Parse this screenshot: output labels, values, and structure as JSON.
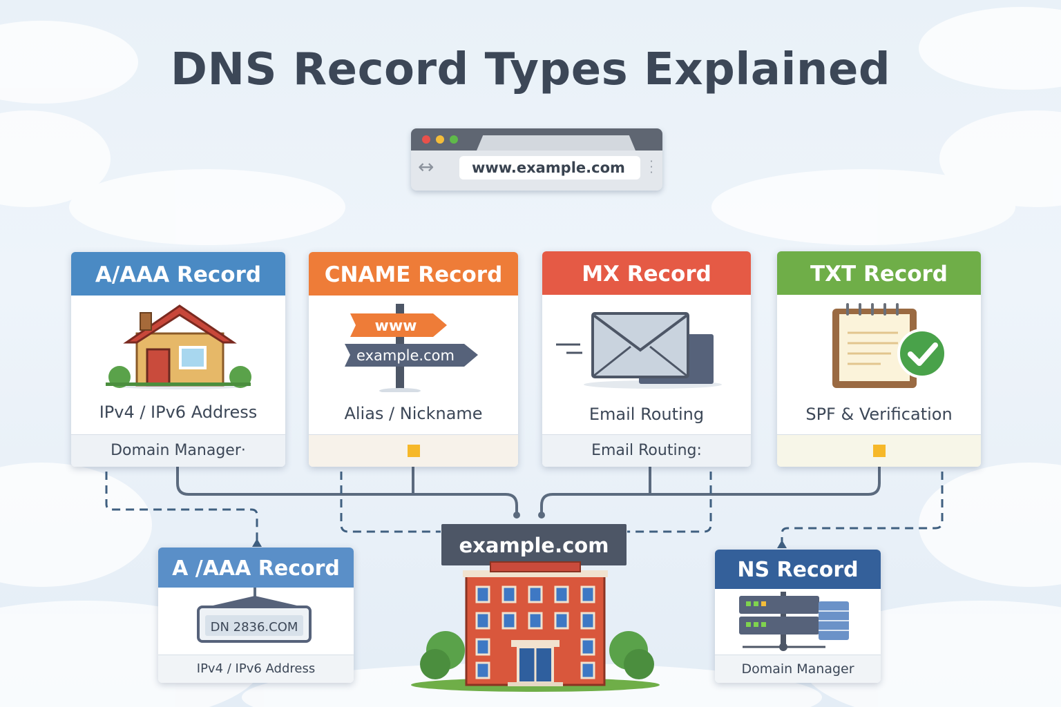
{
  "title": "DNS Record Types Explained",
  "browser": {
    "url": "www.example.com"
  },
  "colors": {
    "blue": "#4a8ac4",
    "orange": "#ee7c38",
    "red": "#e55a45",
    "green": "#6fae48",
    "navy": "#34609a",
    "dark": "#4d5666"
  },
  "cards": [
    {
      "header": "A/AAA Record",
      "icon": "house-icon",
      "subtitle": "IPv4 / IPv6 Address",
      "footer": "Domain Manager·"
    },
    {
      "header": "CNAME Record",
      "icon": "signpost-icon",
      "sign_top": "www",
      "sign_bottom": "example.com",
      "subtitle": "Alias / Nickname",
      "footer": ""
    },
    {
      "header": "MX Record",
      "icon": "envelope-icon",
      "subtitle": "Email Routing",
      "footer": "Email Routing:"
    },
    {
      "header": "TXT Record",
      "icon": "notepad-check-icon",
      "subtitle": "SPF & Verification",
      "footer": ""
    }
  ],
  "bottom_cards": [
    {
      "header": "A /AAA Record",
      "icon": "server-box-icon",
      "screen_text": "DN 2836.COM",
      "footer": "IPv4 / IPv6 Address"
    },
    {
      "header": "NS Record",
      "icon": "server-rack-icon",
      "footer": "Domain Manager"
    }
  ],
  "center": {
    "domain": "example.com",
    "icon": "building-icon"
  }
}
